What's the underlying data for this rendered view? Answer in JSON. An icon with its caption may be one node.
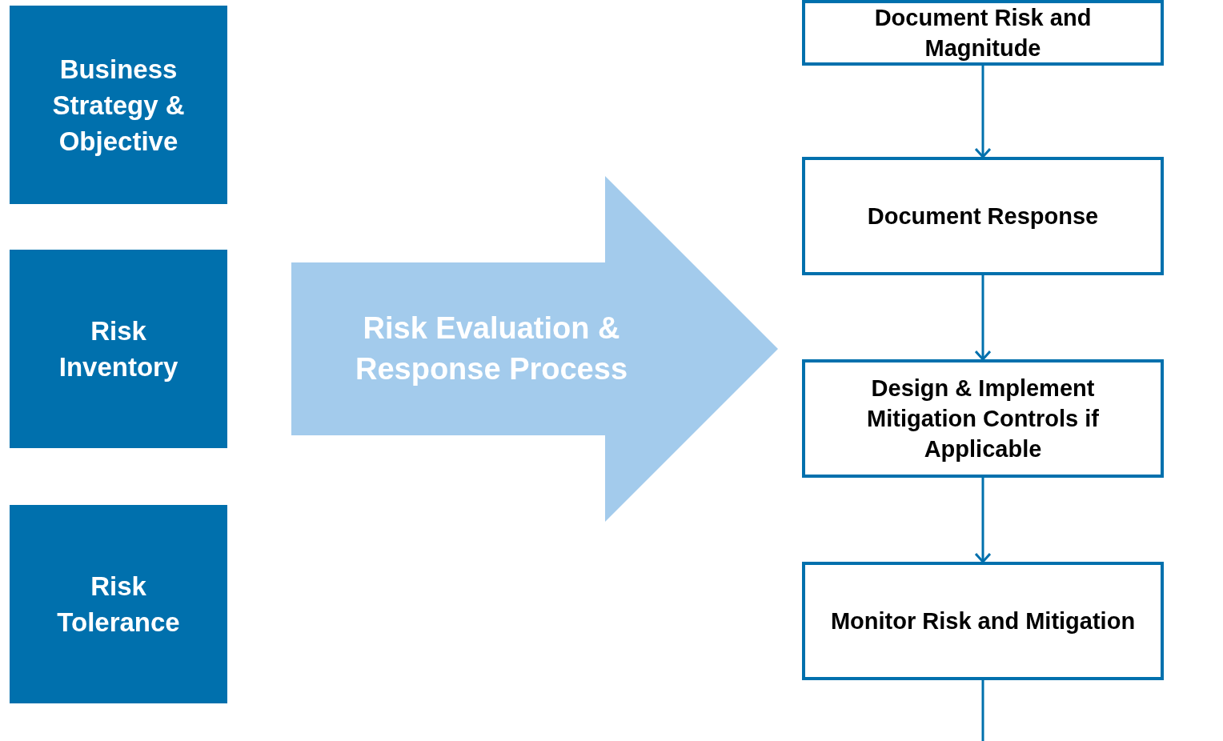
{
  "diagram": {
    "nodes": [
      {
        "text": [
          "Business Strategy & Objective"
        ]
      },
      {
        "text": [
          "Risk Inventory"
        ]
      },
      {
        "text": [
          "Risk Tolerance"
        ]
      },
      {
        "text": [
          "Risk Evaluation & Response Process"
        ]
      },
      {
        "text": [
          "Document Risk and Magnitude"
        ]
      },
      {
        "text": [
          "Document Response"
        ]
      },
      {
        "text": [
          "Design & Implement Mitigation Controls if Applicable"
        ]
      },
      {
        "text": [
          "Monitor Risk and Mitigation"
        ]
      }
    ],
    "edges": [
      {
        "from": 4,
        "to": 5,
        "arrow": "to"
      },
      {
        "from": 5,
        "to": 6,
        "arrow": "to"
      },
      {
        "from": 6,
        "to": 7,
        "arrow": "to"
      },
      {
        "from": 7,
        "to": null,
        "arrow": "none"
      }
    ]
  }
}
